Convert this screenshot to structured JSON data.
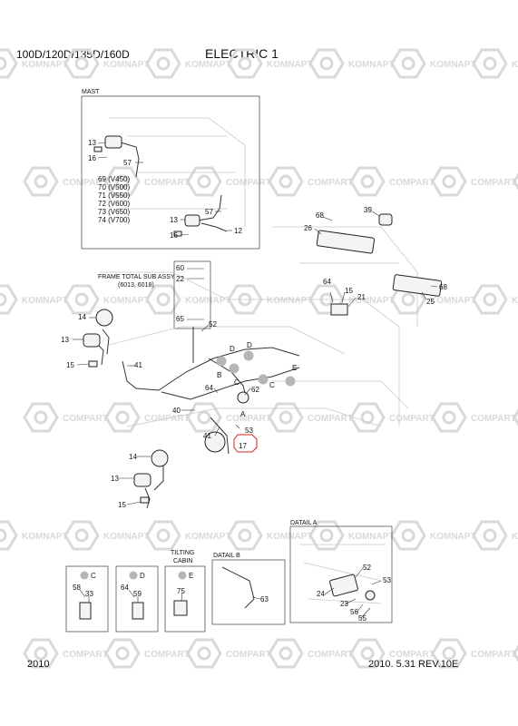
{
  "header": {
    "model": "100D/120D/135D/160D",
    "title": "ELECTRIC 1"
  },
  "footer": {
    "page": "2010",
    "date_rev": "2010. 5.31  REV.10E"
  },
  "watermark": {
    "a": "KOMNAPT",
    "b": "COMPART"
  },
  "boxes": {
    "mast": "MAST",
    "frame_line1": "FRAME TOTAL SUB ASSY",
    "frame_line2": "(6013, 6018)",
    "tilting_line1": "TILTING",
    "tilting_line2": "CABIN",
    "detail_a": "DATAIL A",
    "detail_b": "DATAIL B"
  },
  "variants": [
    "69 (V450)",
    "70 (V500)",
    "71 (V550)",
    "72 (V600)",
    "73 (V650)",
    "74 (V700)"
  ],
  "callouts": {
    "c13a": "13",
    "c16a": "16",
    "c57a": "57",
    "c13b": "13",
    "c16b": "16",
    "c57b": "57",
    "c12": "12",
    "c68a": "68",
    "c39": "39",
    "c26": "26",
    "c64a": "64",
    "c15a": "15",
    "c21": "21",
    "c68b": "68",
    "c25": "25",
    "c60": "60",
    "c22": "22",
    "c65": "65",
    "c52a": "52",
    "c14a": "14",
    "c13c": "13",
    "c15b": "15",
    "c41a": "41",
    "c64b": "64",
    "c62": "62",
    "c40": "40",
    "c41b": "41",
    "c53a": "53",
    "c17": "17",
    "c14b": "14",
    "c13d": "13",
    "c15c": "15",
    "c58": "58",
    "c33": "33",
    "c64c": "64",
    "c59": "59",
    "c75": "75",
    "c63": "63",
    "c52b": "52",
    "c53b": "53",
    "c24": "24",
    "c23": "23",
    "c56": "56",
    "c55": "55",
    "lA": "A",
    "lB": "B",
    "lC1": "C",
    "lC2": "C",
    "lD1": "D",
    "lD2": "D",
    "lE": "E",
    "bC": "C",
    "bD": "D",
    "bE": "E"
  },
  "colors": {
    "line": "#333333",
    "highlight": "#cc2222",
    "marker": "#b5b5b5",
    "watermark": "#d9d9d9"
  }
}
